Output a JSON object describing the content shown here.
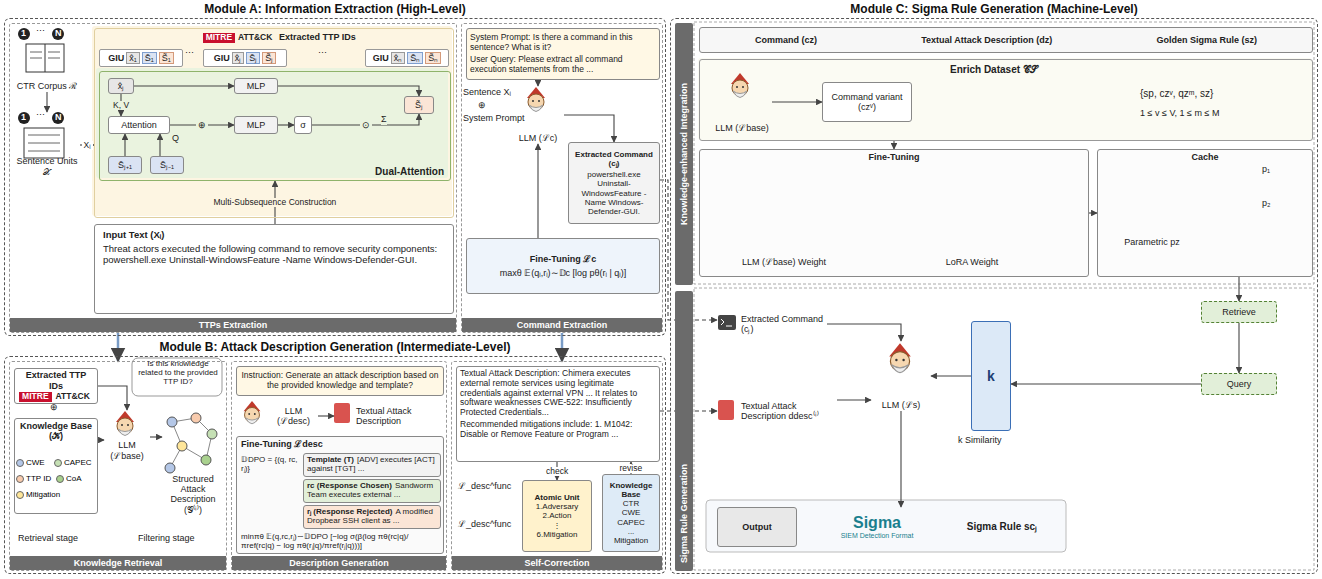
{
  "diagram": {
    "nodes": [
      {
        "text": [
          "Module A: Information Extraction (High-Level)"
        ]
      },
      {
        "text": [
          "TTPs Extraction"
        ],
        "in": 0
      },
      {
        "text": [
          "CTR Corpus ℛ"
        ],
        "in": 1
      },
      {
        "text": [
          "Sentence Units 𝒳"
        ],
        "in": 1
      },
      {
        "text": [
          "Extracted TTP IDs"
        ],
        "in": 1
      },
      {
        "text": [
          "MITRE",
          "ATT&CK"
        ],
        "in": 4
      },
      {
        "text": [
          "GIU",
          "x̂₁",
          "S̄₁",
          "S̃₁"
        ],
        "in": 4
      },
      {
        "text": [
          "GIU",
          "x̂ⱼ",
          "S̄ⱼ",
          "S̃ⱼ"
        ],
        "in": 4
      },
      {
        "text": [
          "GIU",
          "x̂ₙ",
          "S̄ₙ",
          "S̃ₙ"
        ],
        "in": 4
      },
      {
        "text": [
          "Dual-Attention"
        ],
        "in": 4
      },
      {
        "text": [
          "x̂ⱼ"
        ],
        "in": 9
      },
      {
        "text": [
          "Attention"
        ],
        "in": 9
      },
      {
        "text": [
          "MLP"
        ],
        "in": 9
      },
      {
        "text": [
          "MLP"
        ],
        "in": 9
      },
      {
        "text": [
          "σ"
        ],
        "in": 9
      },
      {
        "text": [
          "S̄ⱼ₊₁"
        ],
        "in": 9
      },
      {
        "text": [
          "S̄ⱼ₋₁"
        ],
        "in": 9
      },
      {
        "text": [
          "S̃ⱼ"
        ],
        "in": 9
      },
      {
        "text": [
          "Input Text (Xᵢ)",
          "Threat actors executed the following command to remove security components: powershell.exe Uninstall-WindowsFeature -Name Windows-Defender-GUI."
        ],
        "in": 1
      },
      {
        "text": [
          "Command Extraction"
        ],
        "in": 0
      },
      {
        "text": [
          "System Prompt: Is there a command in this sentence? What is it?",
          "User Query: Please extract all command execution statements from the ..."
        ],
        "in": 19
      },
      {
        "text": [
          "LLM (ℒc)"
        ],
        "in": 19
      },
      {
        "text": [
          "Extracted Command (cⱼ)",
          "powershell.exe Uninstall-WindowsFeature -Name Windows-Defender-GUI."
        ],
        "in": 19
      },
      {
        "text": [
          "Fine-Tuning ℒc",
          "maxθ 𝔼(qᵢ,rᵢ)∼𝔻c [log pθ(rᵢ | qᵢ)]"
        ],
        "in": 19
      },
      {
        "text": [
          "Module B: Attack Description Generation (Intermediate-Level)"
        ]
      },
      {
        "text": [
          "Knowledge Retrieval"
        ],
        "in": 24
      },
      {
        "text": [
          "Extracted TTP IDs",
          "MITRE",
          "ATT&CK"
        ],
        "in": 25
      },
      {
        "text": [
          "Knowledge Base (𝒦)"
        ],
        "in": 25
      },
      {
        "text": [
          "LLM (ℒbase)"
        ],
        "in": 25
      },
      {
        "text": [
          "Structured Attack Description (𝒢⁽ⁱ⁾)"
        ],
        "in": 25
      },
      {
        "text": [
          "Description Generation"
        ],
        "in": 24
      },
      {
        "text": [
          "Instruction: Generate an attack description based on the provided knowledge and template?"
        ],
        "in": 30
      },
      {
        "text": [
          "LLM (ℒdesc)"
        ],
        "in": 30
      },
      {
        "text": [
          "Textual Attack Description"
        ],
        "in": 30
      },
      {
        "text": [
          "Fine-Tuning ℒdesc",
          "𝔻DPO = {(q, rc, rⱼ)}",
          "minπθ 𝔼(q,rc,rⱼ)∼𝔻DPO [−log σ(β(log πθ(rc|q)/πref(rc|q) − log πθ(rⱼ|q)/πref(rⱼ|q)))]"
        ],
        "in": 30
      },
      {
        "text": [
          "Template (T)",
          "[ADV] executes [ACT] against [TGT] ..."
        ],
        "in": 34
      },
      {
        "text": [
          "rc (Response Chosen)",
          "Sandworm Team executes external ..."
        ],
        "in": 34
      },
      {
        "text": [
          "rⱼ (Response Rejected)",
          "A modified Dropbear SSH client as ..."
        ],
        "in": 34
      },
      {
        "text": [
          "Self-Correction"
        ],
        "in": 24
      },
      {
        "text": [
          "Textual Attack Description: Chimera executes external remote services using legitimate credentials against external VPN ... It relates to software weaknesses CWE-522: Insufficiently Protected Credentials...",
          "Recommended mitigations include: 1. M1042: Disable or Remove Feature or Program ..."
        ],
        "in": 38
      },
      {
        "text": [
          "Atomic Unit",
          "1.Adversary",
          "2.Action",
          "⋮",
          "6.Mitigation"
        ],
        "in": 38
      },
      {
        "text": [
          "Knowledge Base",
          "CTR",
          "CWE",
          "CAPEC",
          "...",
          "Mitigation"
        ],
        "in": 38
      },
      {
        "text": [
          "Module C: Sigma Rule Generation (Machine-Level)"
        ]
      },
      {
        "text": [
          "Knowledge-enhanced Integration"
        ],
        "in": 42
      },
      {
        "text": [
          "Command (cz)",
          "Textual Attack Description (dz)",
          "Golden Sigma Rule (sz)"
        ],
        "in": 42
      },
      {
        "text": [
          "Enrich Dataset 𝒞𝒮",
          "{sp, czᵛ, qzᵐ, sz}",
          "1 ≤ v ≤ V, 1 ≤ m ≤ M"
        ],
        "in": 42
      },
      {
        "text": [
          "LLM (ℒbase)"
        ],
        "in": 45
      },
      {
        "text": [
          "Command variant (czᵛ)"
        ],
        "in": 45
      },
      {
        "text": [
          "Fine-Tuning"
        ],
        "in": 42
      },
      {
        "text": [
          "LLM (ℒbase) Weight"
        ],
        "in": 48
      },
      {
        "text": [
          "LoRA Weight"
        ],
        "in": 48
      },
      {
        "text": [
          "Cache"
        ],
        "in": 42
      },
      {
        "text": [
          "Parametric pz"
        ],
        "in": 51
      },
      {
        "text": [
          "Sigma Rule Generation"
        ],
        "in": 42
      },
      {
        "text": [
          "Extracted Command (cⱼ)"
        ],
        "in": 42
      },
      {
        "text": [
          "Textual Attack Description ddesc⁽ⁱ⁾"
        ],
        "in": 42
      },
      {
        "text": [
          "LLM (ℒs)"
        ],
        "in": 42
      },
      {
        "text": [
          "k"
        ],
        "in": 42
      },
      {
        "text": [
          "Retrieve"
        ],
        "in": 42
      },
      {
        "text": [
          "Query"
        ],
        "in": 42
      },
      {
        "text": [
          "Output"
        ],
        "in": 42
      },
      {
        "text": [
          "Sigma",
          "SIEM Detection Format"
        ],
        "in": 42
      },
      {
        "text": [
          "Sigma Rule scⱼ"
        ],
        "in": 42
      }
    ],
    "edges": [
      {
        "from": 2,
        "to": 3,
        "arrow": "to"
      },
      {
        "from": 3,
        "to": 4,
        "arrow": "to",
        "label": "Xᵢ"
      },
      {
        "from": 18,
        "to": 9,
        "arrow": "to",
        "label": "Multi-Subsequence Construction"
      },
      {
        "from": 10,
        "to": 11,
        "arrow": "to",
        "label": "K, V"
      },
      {
        "from": 10,
        "to": 12,
        "arrow": "to"
      },
      {
        "from": 15,
        "to": 11,
        "arrow": "to"
      },
      {
        "from": 16,
        "to": 11,
        "arrow": "to"
      },
      {
        "from": 11,
        "to": 13,
        "arrow": "to",
        "label": "⊕"
      },
      {
        "from": 13,
        "to": 14,
        "arrow": "to"
      },
      {
        "from": 12,
        "to": 17,
        "arrow": "to"
      },
      {
        "from": 14,
        "to": 17,
        "arrow": "to",
        "label": "⊙"
      },
      {
        "from": 20,
        "to": 21,
        "arrow": "to"
      },
      {
        "from": 21,
        "to": 22,
        "arrow": "to"
      },
      {
        "from": 23,
        "to": 21,
        "arrow": "to"
      },
      {
        "from": 1,
        "to": 25,
        "arrow": "to"
      },
      {
        "from": 19,
        "to": 38,
        "arrow": "to"
      },
      {
        "from": 26,
        "to": 28,
        "arrow": "to"
      },
      {
        "from": 27,
        "to": 28,
        "arrow": "to"
      },
      {
        "from": 28,
        "to": 29,
        "arrow": "to"
      },
      {
        "from": 32,
        "to": 33,
        "arrow": "to"
      },
      {
        "from": 39,
        "to": 40,
        "arrow": "to",
        "label": "check"
      },
      {
        "from": 41,
        "to": 39,
        "arrow": "to",
        "label": "revise"
      },
      {
        "from": 22,
        "to": 54,
        "arrow": "to"
      },
      {
        "from": 39,
        "to": 55,
        "arrow": "to"
      },
      {
        "from": 45,
        "to": 48,
        "arrow": "to"
      },
      {
        "from": 46,
        "to": 47,
        "arrow": "to"
      },
      {
        "from": 48,
        "to": 51,
        "arrow": "to"
      },
      {
        "from": 51,
        "to": 58,
        "arrow": "to"
      },
      {
        "from": 58,
        "to": 59,
        "arrow": "to"
      },
      {
        "from": 59,
        "to": 57,
        "arrow": "to"
      },
      {
        "from": 57,
        "to": 56,
        "arrow": "to"
      },
      {
        "from": 54,
        "to": 56,
        "arrow": "to"
      },
      {
        "from": 55,
        "to": 56,
        "arrow": "to"
      },
      {
        "from": 56,
        "to": 61,
        "arrow": "to"
      }
    ],
    "labels": [
      "1",
      "⋯",
      "N",
      "1",
      "⋯",
      "N",
      "⋯",
      "⋯",
      "Q",
      "Σ",
      "Sentence Xᵢ",
      "⊕",
      "System Prompt",
      "⊕",
      "Is this knowledge related to the provided TTP ID?",
      "Retrieval stage",
      "Filtering stage",
      "ℒ_desc^func",
      "ℒ_desc^func",
      "p₁",
      "p₂",
      "k Similarity"
    ],
    "legend": [
      {
        "text": "CWE",
        "color": "#b4c7e7"
      },
      {
        "text": "CAPEC",
        "color": "#c5e0b4"
      },
      {
        "text": "TTP ID",
        "color": "#f8cbad"
      },
      {
        "text": "CoA",
        "color": "#a9d18e"
      },
      {
        "text": "Mitigation",
        "color": "#ffe699"
      }
    ]
  }
}
